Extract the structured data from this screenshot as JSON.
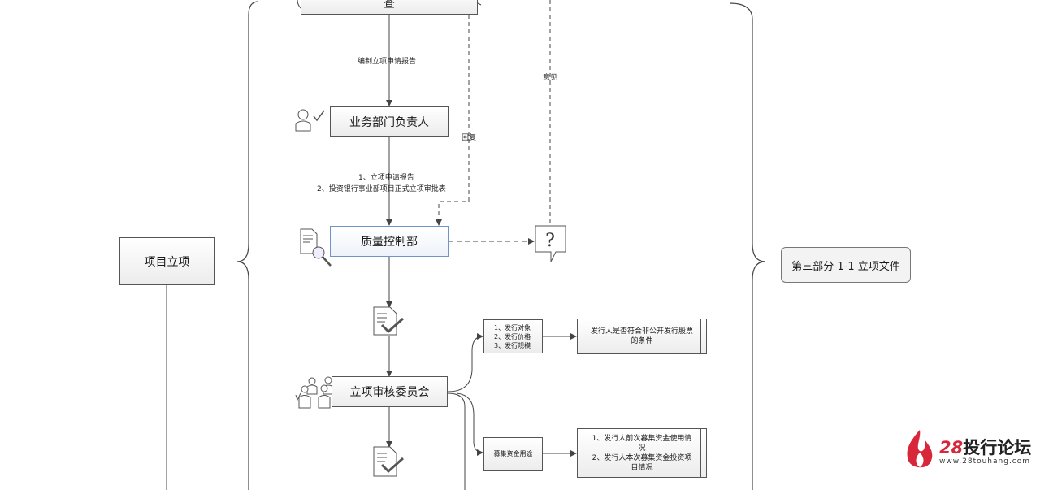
{
  "nodes": {
    "top_box": "查",
    "business_head": "业务部门负责人",
    "quality_control": "质量控制部",
    "committee": "立项审核委员会",
    "project_setup": "项目立项",
    "third_part": "第三部分  1-1 立项文件",
    "issue_items": "1、发行对象\n2、发行价格\n3、发行规模",
    "issue_condition": "发行人是否符合非公开发行股票的条件",
    "fund_use": "募集资金用途",
    "fund_detail": "1、发行人前次募集资金使用情况\n2、发行人本次募集资金投资项目情况"
  },
  "edge_labels": {
    "prepare_report": "编制立项申请报告",
    "reply": "回复",
    "opinion": "意见",
    "docs_line1": "1、立项申请报告",
    "docs_line2": "2、投资银行事业部项目正式立项审批表"
  },
  "watermark": {
    "number": "28",
    "name": "投行论坛",
    "url": "www.28touhang.com"
  },
  "icons": [
    "person-check-icon",
    "document-search-icon",
    "question-callout-icon",
    "document-check-icon",
    "group-icon",
    "flame-logo-icon"
  ],
  "colors": {
    "line": "#444444",
    "qc_border": "#6f94c8",
    "logo_red": "#d8263a"
  }
}
